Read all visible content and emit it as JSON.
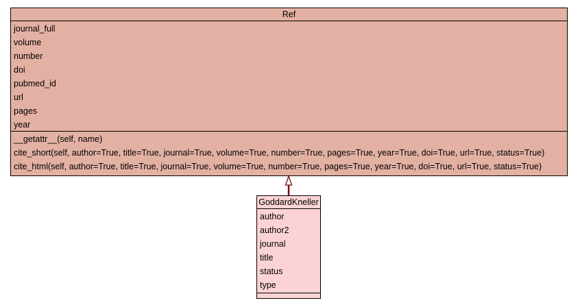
{
  "colors": {
    "ref_fill": "#e3b1a3",
    "child_fill": "#fbd3d6",
    "border": "#000000",
    "edge": "#7a0a0a"
  },
  "classes": [
    {
      "name": "Ref",
      "attributes": [
        "journal_full",
        "volume",
        "number",
        "doi",
        "pubmed_id",
        "url",
        "pages",
        "year"
      ],
      "operations": [
        "__getattr__(self, name)",
        "cite_short(self, author=True, title=True, journal=True, volume=True, number=True, pages=True, year=True, doi=True, url=True, status=True)",
        "cite_html(self, author=True, title=True, journal=True, volume=True, number=True, pages=True, year=True, doi=True, url=True, status=True)"
      ]
    },
    {
      "name": "GoddardKneller",
      "attributes": [
        "author",
        "author2",
        "journal",
        "title",
        "status",
        "type"
      ],
      "operations": []
    }
  ],
  "relations": [
    {
      "type": "generalization",
      "from": "GoddardKneller",
      "to": "Ref"
    }
  ]
}
